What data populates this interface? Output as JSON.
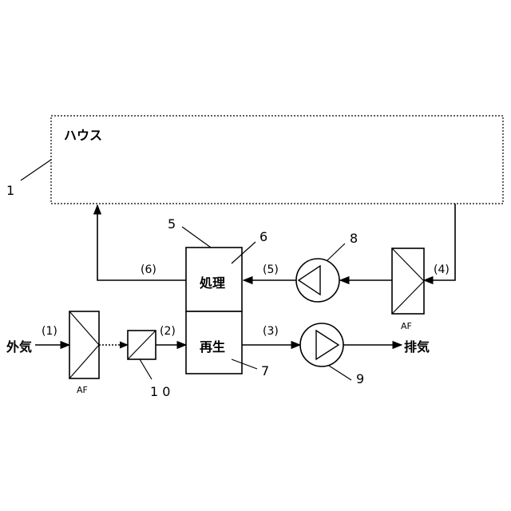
{
  "house": {
    "label": "ハウス",
    "number": "1"
  },
  "unit": {
    "number": "5",
    "processing": {
      "label": "処理",
      "number": "6"
    },
    "regeneration": {
      "label": "再生",
      "number": "7"
    }
  },
  "fan_supply": {
    "number": "8"
  },
  "fan_exhaust": {
    "number": "9"
  },
  "prefilter": {
    "number": "1 0"
  },
  "filter_outside": {
    "label": "AF"
  },
  "filter_return": {
    "label": "AF"
  },
  "outside_air": {
    "label": "外気"
  },
  "exhaust_air": {
    "label": "排気"
  },
  "flows": {
    "f1": "(1)",
    "f2": "(2)",
    "f3": "(3)",
    "f4": "(4)",
    "f5": "(5)",
    "f6": "(6)"
  }
}
